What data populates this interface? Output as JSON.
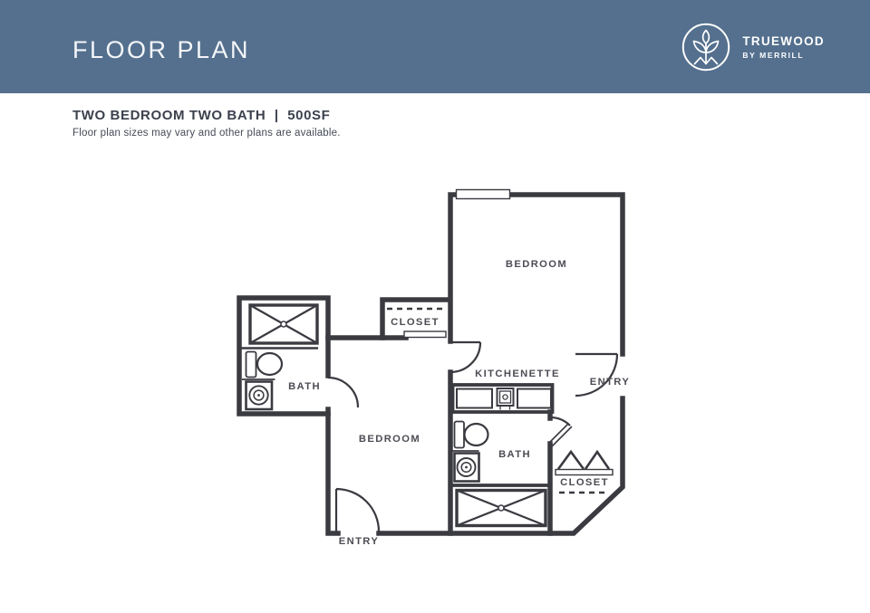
{
  "header": {
    "title": "FLOOR PLAN",
    "brand": {
      "name": "TRUEWOOD",
      "byline": "BY MERRILL",
      "icon": "sprout-in-circle"
    }
  },
  "plan_header": {
    "title": "TWO BEDROOM TWO BATH  |  500SF",
    "subtitle": "Floor plan sizes may vary and other plans are available."
  },
  "floor_plan": {
    "rooms": {
      "bedroom_top": "BEDROOM",
      "closet_top": "CLOSET",
      "kitchenette": "KITCHENETTE",
      "entry_right": "ENTRY",
      "bath_left": "BATH",
      "bedroom_main": "BEDROOM",
      "bath_middle": "BATH",
      "closet_bottom": "CLOSET",
      "entry_bottom": "ENTRY"
    },
    "fixtures": [
      "window",
      "shower-top-left",
      "toilet-left",
      "sink-left",
      "kitchenette-counter",
      "kitchenette-sink",
      "toilet-middle",
      "sink-middle",
      "shower-bottom",
      "bifold-closet-doors",
      "sliding-closet-door"
    ]
  },
  "colors": {
    "header_bg": "#54708e",
    "header_text": "#f4f6f9",
    "wall": "#3a3a41",
    "room_label": "#4c4c54",
    "title_text": "#3c414d",
    "background": "#ffffff"
  }
}
